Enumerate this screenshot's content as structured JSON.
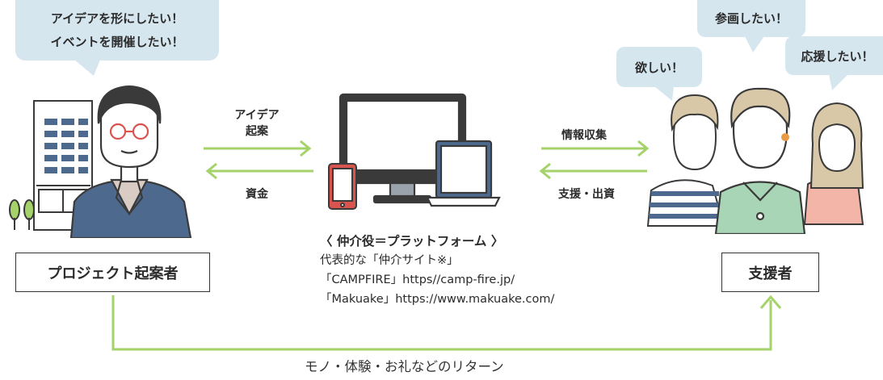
{
  "bubbles": {
    "left_line1": "アイデアを形にしたい！",
    "left_line2": "イベントを開催したい！",
    "want": "欲しい！",
    "join": "参画したい！",
    "support": "応援したい！"
  },
  "arrows": {
    "idea_line1": "アイデア",
    "idea_line2": "起案",
    "funds": "資金",
    "info": "情報収集",
    "support_invest": "支援・出資"
  },
  "platform": {
    "heading": "〈 仲介役＝プラットフォーム 〉",
    "line1": "代表的な「仲介サイト※」",
    "line2": "「CAMPFIRE」https//camp-fire.jp/",
    "line3": "「Makuake」https://www.makuake.com/"
  },
  "boxes": {
    "project": "プロジェクト起案者",
    "supporter": "支援者"
  },
  "return_text": "モノ・体験・お礼などのリターン",
  "colors": {
    "arrow_green": "#a6d26a",
    "bubble_blue": "#d6e6ef",
    "navy": "#4d6a8e",
    "dark": "#3a3a3a",
    "red_phone": "#d9534f",
    "face": "#ffffff"
  }
}
